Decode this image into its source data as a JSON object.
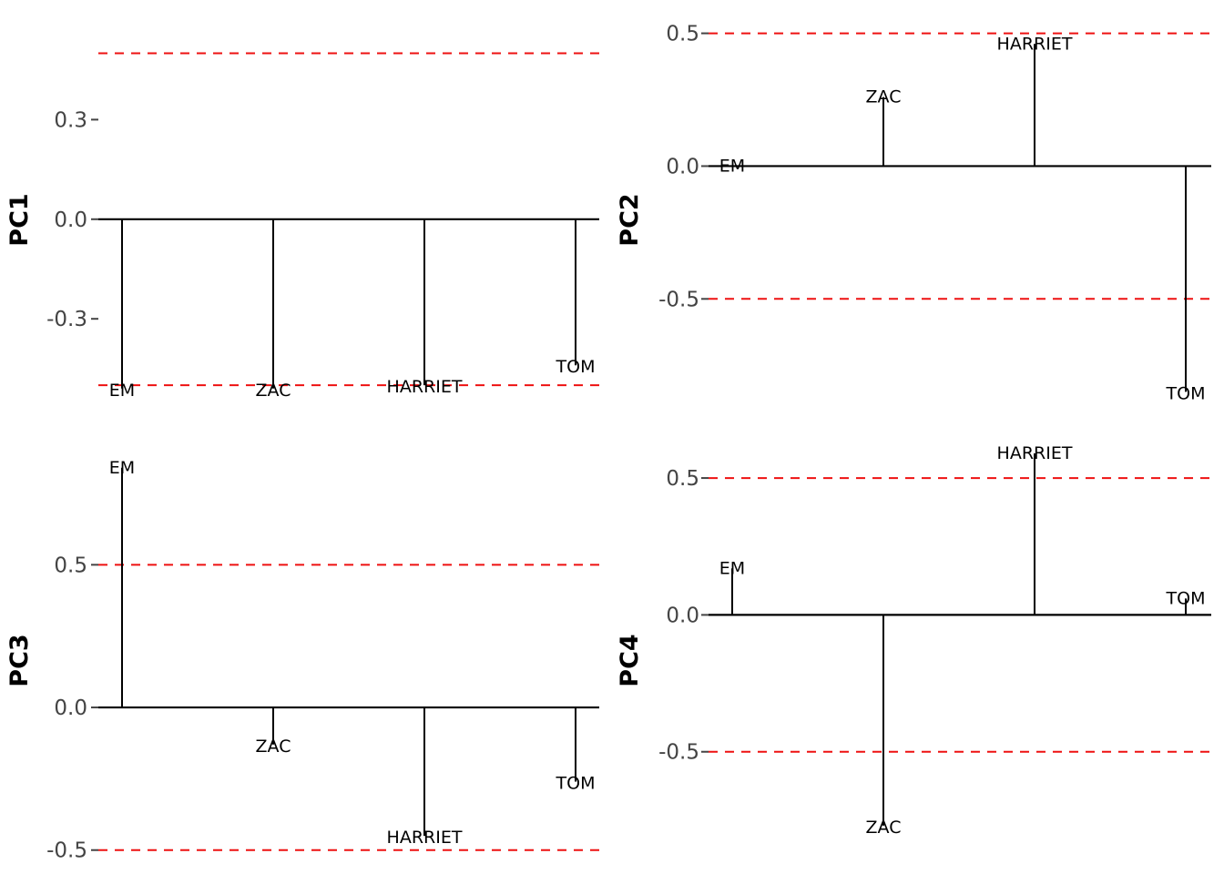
{
  "chart_data": [
    {
      "type": "bar",
      "ylabel": "PC1",
      "categories": [
        "EM",
        "ZAC",
        "HARRIET",
        "TOM"
      ],
      "values": [
        -0.51,
        -0.51,
        -0.5,
        -0.44
      ],
      "ylim": [
        -0.56,
        0.6
      ],
      "yticks": [
        -0.3,
        0.0,
        0.3
      ],
      "ytick_labels": [
        "-0.3",
        "0.0",
        "0.3"
      ],
      "reference_lines": [
        -0.5,
        0.5
      ],
      "grid": false
    },
    {
      "type": "bar",
      "ylabel": "PC2",
      "categories": [
        "EM",
        "ZAC",
        "HARRIET",
        "TOM"
      ],
      "values": [
        0.0,
        0.26,
        0.46,
        -0.85
      ],
      "ylim": [
        -0.9,
        0.55
      ],
      "yticks": [
        -0.5,
        0.0,
        0.5
      ],
      "ytick_labels": [
        "-0.5",
        "0.0",
        "0.5"
      ],
      "reference_lines": [
        -0.5,
        0.5
      ],
      "grid": false
    },
    {
      "type": "bar",
      "ylabel": "PC3",
      "categories": [
        "EM",
        "ZAC",
        "HARRIET",
        "TOM"
      ],
      "values": [
        0.84,
        -0.13,
        -0.45,
        -0.26
      ],
      "ylim": [
        -0.52,
        0.9
      ],
      "yticks": [
        -0.5,
        0.0,
        0.5
      ],
      "ytick_labels": [
        "-0.5",
        "0.0",
        "0.5"
      ],
      "reference_lines": [
        -0.5,
        0.5
      ],
      "grid": false
    },
    {
      "type": "bar",
      "ylabel": "PC4",
      "categories": [
        "EM",
        "ZAC",
        "HARRIET",
        "TOM"
      ],
      "values": [
        0.17,
        -0.77,
        0.59,
        0.06
      ],
      "ylim": [
        -0.88,
        0.6
      ],
      "yticks": [
        -0.5,
        0.0,
        0.5
      ],
      "ytick_labels": [
        "-0.5",
        "0.0",
        "0.5"
      ],
      "reference_lines": [
        -0.5,
        0.5
      ],
      "grid": false
    }
  ],
  "colors": {
    "stem": "#000000",
    "reference_line": "#ee1111",
    "tick_text": "#444444"
  }
}
